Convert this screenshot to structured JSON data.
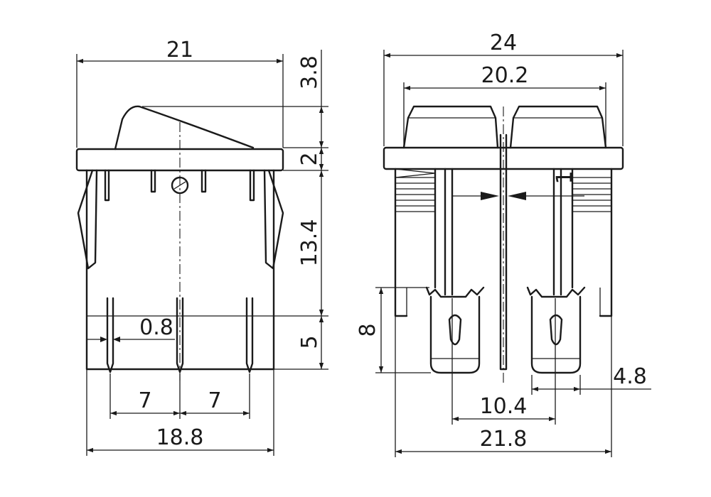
{
  "drawing": {
    "side_view": {
      "dims": {
        "overall_width": "21",
        "rocker_height": "3.8",
        "bezel_thickness": "2",
        "body_depth": "13.4",
        "terminal_length": "5",
        "terminal_thickness": "0.8",
        "pitch_left": "7",
        "pitch_right": "7",
        "body_width": "18.8"
      }
    },
    "front_view": {
      "dims": {
        "overall_width": "24",
        "rocker_width": "20.2",
        "gap": "1",
        "terminal_length": "8",
        "terminal_width": "4.8",
        "terminal_spacing": "10.4",
        "body_width": "21.8"
      }
    }
  }
}
